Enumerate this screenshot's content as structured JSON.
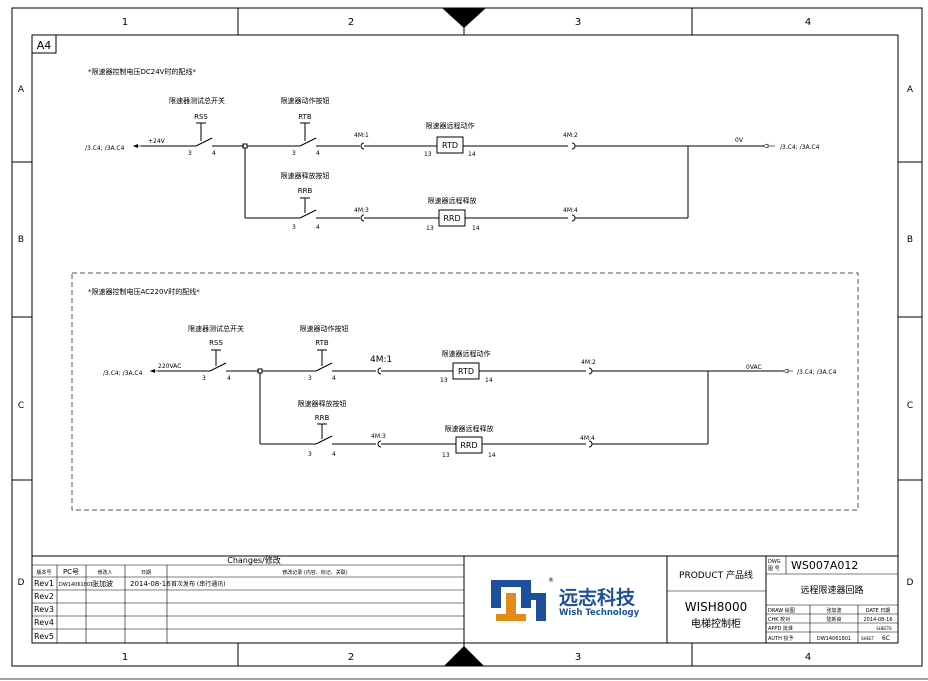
{
  "frame": {
    "columns": [
      "1",
      "2",
      "3",
      "4"
    ],
    "rows": [
      "A",
      "B",
      "C",
      "D"
    ],
    "sheet_size": "A4"
  },
  "circuit_dc": {
    "title": "*限速器控制电压DC24V时的配线*",
    "ref_left": "/3.C4; /3A.C4",
    "supply": "+24V",
    "rss_label": "限速器测试总开关",
    "rss_code": "RSS",
    "rtb_label": "限速器动作按钮",
    "rtb_code": "RTB",
    "rrb_label": "限速器释放按钮",
    "rrb_code": "RRB",
    "pin3": "3",
    "pin4": "4",
    "pin13": "13",
    "pin14": "14",
    "n1": "4M:1",
    "n2": "4M:2",
    "n3": "4M:3",
    "n4": "4M:4",
    "rtd_label": "限速器远程动作",
    "rtd_code": "RTD",
    "rrd_label": "限速器远程释放",
    "rrd_code": "RRD",
    "zero": "0V",
    "ref_right": "/3.C4; /3A.C4"
  },
  "circuit_ac": {
    "title": "*限速器控制电压AC220V时的配线*",
    "ref_left": "/3.C4; /3A.C4",
    "supply": "220VAC",
    "rss_label": "限速器测试总开关",
    "rss_code": "RSS",
    "rtb_label": "限速器动作按钮",
    "rtb_code": "RTB",
    "rrb_label": "限速器释放按钮",
    "rrb_code": "RRB",
    "pin3": "3",
    "pin4": "4",
    "pin13": "13",
    "pin14": "14",
    "n1": "4M:1",
    "n2": "4M:2",
    "n3": "4M:3",
    "n4": "4M:4",
    "rtd_label": "限速器远程动作",
    "rtd_code": "RTD",
    "rrd_label": "限速器远程释放",
    "rrd_code": "RRD",
    "zero": "0VAC",
    "ref_right": "/3.C4; /3A.C4"
  },
  "changes": {
    "title": "Changes/修改",
    "headers": [
      "版本号",
      "PC号",
      "修改人",
      "日期",
      "修改记录 (内容、标记、关联)"
    ],
    "rows": [
      [
        "Rev1",
        "DW14061801",
        "张加波",
        "2014-08-16",
        "首次发布 (串行通讯)"
      ],
      [
        "Rev2",
        "",
        "",
        "",
        ""
      ],
      [
        "Rev3",
        "",
        "",
        "",
        ""
      ],
      [
        "Rev4",
        "",
        "",
        "",
        ""
      ],
      [
        "Rev5",
        "",
        "",
        "",
        ""
      ]
    ]
  },
  "logo": {
    "name_cn": "远志科技",
    "name_en": "Wish Technology",
    "mark": "®"
  },
  "product": {
    "label": "PRODUCT 产品线",
    "model": "WISH8000",
    "desc": "电梯控制柜"
  },
  "drawing": {
    "dwg_label": "DWG",
    "dwg_cn": "图 号",
    "number": "WS007A012",
    "title": "远程限速器回路",
    "draw_label": "DRAW 绘图",
    "draw_name": "张加波",
    "date_label": "DATE 日期",
    "chk_label": "CHK  校对",
    "chk_name": "陆新良",
    "date_value": "2014-08-16",
    "appd_label": "APPD 批准",
    "sheet_no": "SHEET6",
    "auth_label": "AUTH  授予",
    "auth_value": "DW14061801",
    "sheet_label": "SHEET",
    "sheet_value": "6C"
  },
  "colors": {
    "line": "#000000",
    "logo_blue": "#1d4f9a",
    "logo_orange": "#e38a1b"
  }
}
